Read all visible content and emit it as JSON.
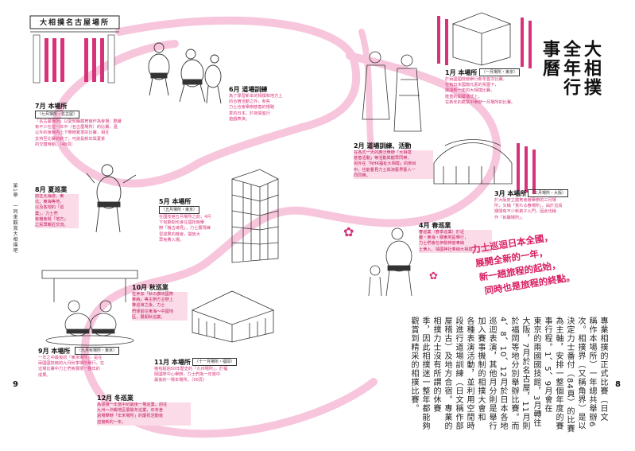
{
  "page_numbers": {
    "left": "9",
    "right": "8"
  },
  "chapter_label": "第1章　一同來觀賞大相撲吧",
  "title": "大相撲全年行事曆",
  "title_columns": [
    "大相撲",
    "全年行",
    "事曆"
  ],
  "slogan_lines": [
    "力士巡迴日本全國，",
    "展開全新的一年，",
    "新一趟旅程的起始，",
    "同時也是旅程的終點。"
  ],
  "body_columns": [
    "專業相撲的正式比賽（日文",
    "稱作本場所）一年總共舉辦6",
    "次。相撲界（又稱角界）是以",
    "決定力士番付（84頁）的比賽",
    "為主軸，安排一整個年度的賽",
    "事行程。1、5、9月會在",
    "東京的兩國國技館，3月轉往",
    "大阪，7月於名古屋，11月則",
    "於福岡等地分別舉辦比賽。而",
    "4、8、10、12月於日本各地",
    "巡迴表演，其他月分則是舉行",
    "加入賽事機制的相撲大會和",
    "各種表演活動，並利用空閒時",
    "段進行道場訓練（日文稱作部",
    "屋稽古）及地方合宿。專業的",
    "相撲力士沒有所謂的休賽",
    "季，因此相撲迷一整年都能夠",
    "觀賞到精采的相撲比賽。"
  ],
  "events": [
    {
      "id": "jan",
      "title": "1月 本場所",
      "sub": "（一月場所・東京）",
      "desc": [
        "於兩國國技館舉行新年首次比賽，",
        "在有日本國旗元素的氛圍下，",
        "展開新一年的大相撲比賽。",
        "隆重的開幕儀式上，",
        "在新年的氣氛中舉辦一月場所的比賽。"
      ]
    },
    {
      "id": "feb",
      "title": "2月 道場訓練、活動",
      "sub": "",
      "desc": [
        "在各式一大的廣泛舉辦「大相撲",
        "慈善活動」等活動與觀眾同樂，",
        "另外在「NHK福祉大相撲」的節目",
        "中，也能看見力士與演藝界藝人一",
        "同同樂。"
      ]
    },
    {
      "id": "mar",
      "title": "3月 本場所",
      "sub": "（三月場所・大阪）",
      "desc": [
        "於大阪府立體育會館舉辦的三月場",
        "所，又稱「荒れる春場所」，由於這段",
        "期間有不少新弟子入門，因此也稱",
        "作「就職場所」。"
      ]
    },
    {
      "id": "apr",
      "title": "4月 春巡業",
      "sub": "",
      "desc": [
        "春巡業（春季巡業）於近",
        "畿・東海・關東地區舉行，",
        "力士們會在伊勢神宮奉納",
        "土俵入、靖國神社奉納大相撲。"
      ]
    },
    {
      "id": "may",
      "title": "5月 本場所",
      "sub": "（五月場所・東京）",
      "desc": [
        "在國技館五月場所之前，4月",
        "下旬期間也會在國技館舉",
        "辦「稽古總見」，力士展現練",
        "習成果的機會，開放大",
        "眾免費入場。"
      ]
    },
    {
      "id": "jun",
      "title": "6月 道場訓練",
      "sub": "",
      "desc": [
        "為了學習新本的相撲和地方上",
        "的合宿活動之外，有些",
        "力士也會舉辦慈善的慢跑",
        "季的日本，於夜間進行",
        "遊戲表演。"
      ]
    },
    {
      "id": "jul",
      "title": "7月 本場所",
      "sub": "（七月場所・名古屋）",
      "desc": [
        "「名古屋場所」以愛知縣體育館作為會場，酷暑",
        "有不少在這一年中（名古屋場所）的比賽，還",
        "以外的會館內上下舉辦夏季的比賽，相互",
        "支持至比賽的終了，可說是新年與夏季",
        "的交替時期。（48頁）"
      ]
    },
    {
      "id": "aug",
      "title": "8月 夏巡業",
      "sub": "",
      "desc": [
        "前往北海道、東",
        "北、東海等地，",
        "以及各地的「巡",
        "業」，力士們",
        "有機會與「地方」",
        "之民眾親近交流。"
      ]
    },
    {
      "id": "sep",
      "title": "9月 本場所",
      "sub": "（九月秋場所・東京）",
      "desc": [
        "一年之中最後的「東京場所」，是在",
        "兩國國技館的九月秋季場所舉行，在",
        "這場比賽中力士們會展現一整年的",
        "成果。"
      ]
    },
    {
      "id": "oct",
      "title": "10月 秋巡業",
      "sub": "",
      "desc": [
        "在參加「秋の讚岐國際",
        "奉納」等主辦方主辦上",
        "等巡演之後，力士",
        "們便前往東海～中國地",
        "區，展開秋巡業。"
      ]
    },
    {
      "id": "nov",
      "title": "11月 本場所",
      "sub": "（十一月場所・福岡）",
      "desc": [
        "擁有超過50年歷史的「九州場所」，於福",
        "岡國際中心舉辦，力士們為一年當中",
        "最後的一場本場所。（56頁）"
      ]
    },
    {
      "id": "dec",
      "title": "12月 冬巡業",
      "sub": "",
      "desc": [
        "為迎接一年當中的最後一場巡業，前往",
        "九州～沖繩地區展開冬巡業，年末舍",
        "過場舉辦「年末場所」的慶祝活動後",
        "迎接新的一年。"
      ]
    }
  ],
  "illustrations": {
    "arena_sign": "大相撲名古屋場所",
    "colors": {
      "accent_pink": "#d6337a",
      "path_pink": "#f7c6dc",
      "highlight": "#fbdbe8"
    }
  }
}
